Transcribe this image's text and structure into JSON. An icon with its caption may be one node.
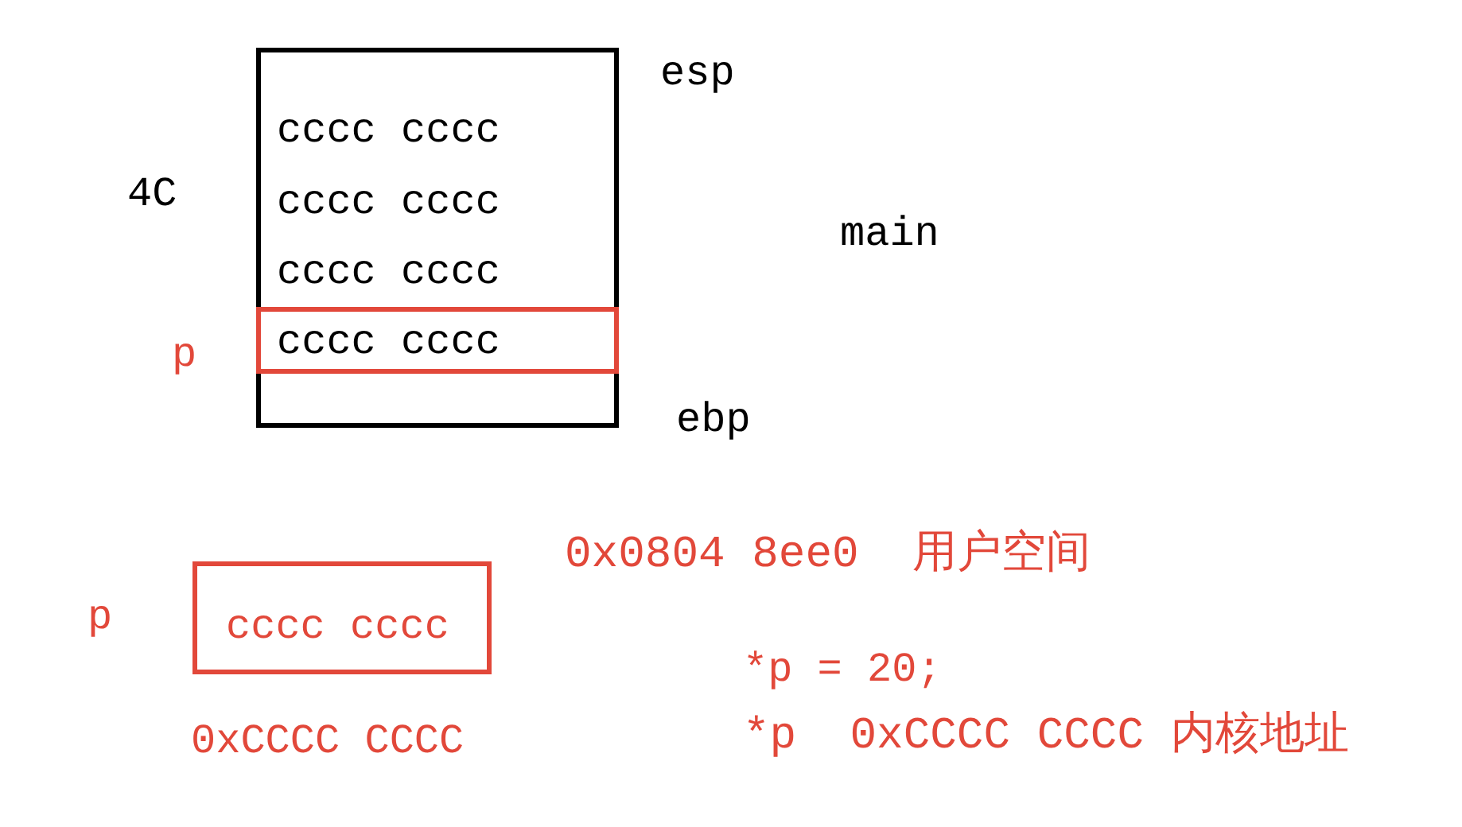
{
  "diagram": {
    "nodes": [
      {
        "text": [
          "cccc cccc",
          "cccc cccc",
          "cccc cccc"
        ]
      },
      {
        "text": [
          "cccc cccc"
        ],
        "in": 0,
        "beside": [
          "p"
        ]
      },
      {
        "text": [
          "cccc cccc"
        ],
        "beside": [
          "p",
          "0xCCCC CCCC"
        ]
      }
    ],
    "labels": [
      "esp",
      "4C",
      "main",
      "ebp",
      "0x0804 8ee0  用户空间",
      "*p = 20;",
      "*p  0xCCCC CCCC 内核地址"
    ]
  }
}
